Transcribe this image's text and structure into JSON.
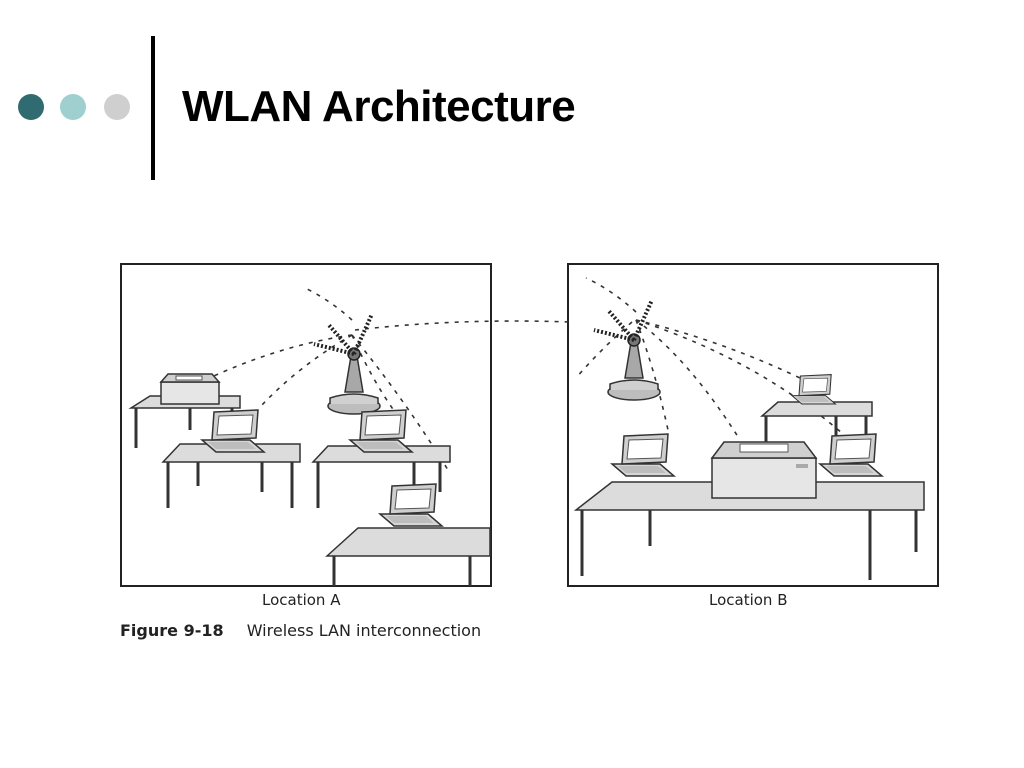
{
  "slide": {
    "title": "WLAN Architecture",
    "bullet_colors": [
      "#2f6b70",
      "#9fcfcf",
      "#cfcfcf"
    ]
  },
  "figure": {
    "locations": [
      {
        "label": "Location A"
      },
      {
        "label": "Location B"
      }
    ],
    "caption_number": "Figure 9-18",
    "caption_text": "Wireless LAN interconnection"
  },
  "colors": {
    "table_top": "#dcdcdc",
    "device_fill": "#e6e6e6",
    "line": "#333333"
  }
}
